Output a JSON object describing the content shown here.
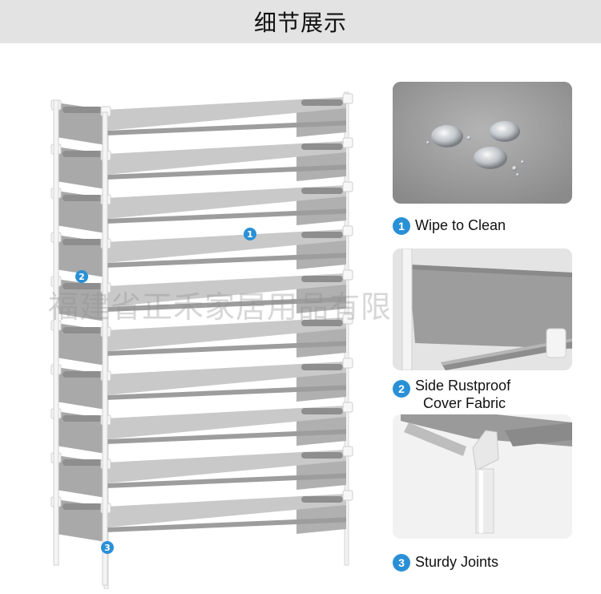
{
  "header": {
    "title": "细节展示"
  },
  "watermark": "福建省正禾家居用品有限公司",
  "markers": [
    "1",
    "2",
    "3"
  ],
  "features": [
    {
      "number": "1",
      "lines": [
        "Wipe to Clean"
      ]
    },
    {
      "number": "2",
      "lines": [
        "Side Rustproof",
        "Cover Fabric"
      ]
    },
    {
      "number": "3",
      "lines": [
        "Sturdy Joints"
      ]
    }
  ]
}
